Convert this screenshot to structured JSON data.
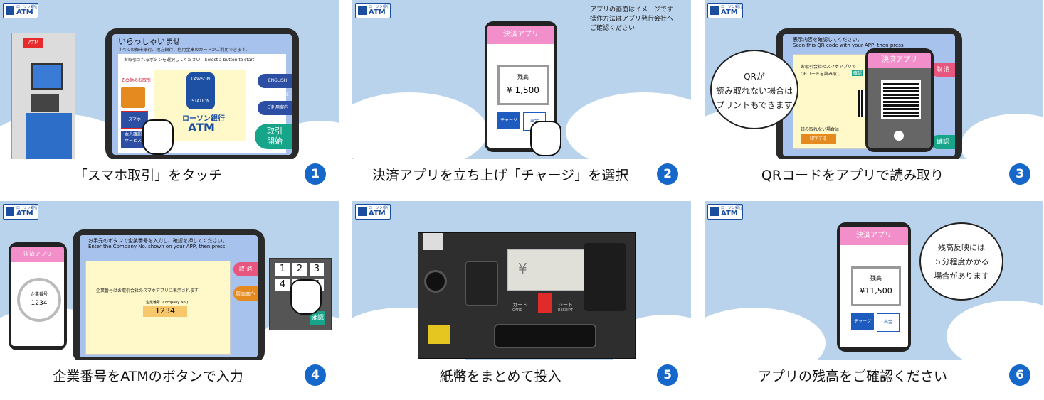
{
  "brand": {
    "small": "ローソン銀行",
    "atm": "ATM"
  },
  "panels": [
    {
      "caption": "「スマホ取引」をタッチ",
      "step": "1",
      "machine_label": "ATM",
      "screen": {
        "title": "いらっしゃいませ",
        "subtitle": "すべての都市銀行、地方銀行、信用金庫のカードかご利用できます。",
        "instruction": "お取引されるボタンを選択してください　Select a button to start",
        "other_label": "その他のお取引",
        "smartphone_button": "スマホ",
        "identity_button": "本人確認\nサービス",
        "english_button": "ENGLISH GUIDANCE",
        "guide_button": "ご利用案内",
        "start_button": "取引\n開始",
        "logo_lines": [
          "LAWSON",
          "STATION"
        ],
        "logo_bank": "ローソン銀行",
        "logo_atm": "ATM"
      }
    },
    {
      "caption": "決済アプリを立ち上げ「チャージ」を選択",
      "step": "2",
      "note": "アプリの画面はイメージです\n操作方法はアプリ発行会社へ\nご確認ください",
      "app_title": "決済アプリ",
      "balance_label": "残高",
      "balance_value": "¥ 1,500",
      "charge_button": "チャージ",
      "withdraw_button": "出金"
    },
    {
      "caption": "QRコードをアプリで読み取り",
      "step": "3",
      "screen_instruction": "表示内容を確認してください。",
      "screen_instruction_en": "Scan this QR code with your APP, then press",
      "box_line1": "お取引会社のスマホアプリで",
      "box_line2": "QRコードを読み取り",
      "confirm_small": "確認",
      "unreadable": "読み取れない場合は",
      "print_button": "印字する",
      "cancel_button": "取 消",
      "confirm_button": "確認",
      "app_title": "決済アプリ",
      "bubble": "QRが\n読み取れない場合は\nプリントもできます"
    },
    {
      "caption": "企業番号をATMのボタンで入力",
      "step": "4",
      "app_title": "決済アプリ",
      "company_label": "企業番号",
      "company_value": "1234",
      "screen_instruction": "お手元のボタンで企業番号を入力し、確認を押してください。",
      "screen_instruction_en": "Enter the Company No. shown on your APP, then press",
      "box_text": "企業番号はお取引会社のスマホアプリに表示されます",
      "field_label": "企業番号 (Company No.)",
      "field_value": "1234",
      "cancel_button": "取 消",
      "back_button": "前画面へ",
      "keys": [
        "1",
        "2",
        "3",
        "4",
        "5",
        "6"
      ],
      "confirm_key": "確認"
    },
    {
      "caption": "紙幣をまとめて投入",
      "step": "5",
      "bill_symbol": "¥",
      "card_label": "カード",
      "card_label_en": "CARD",
      "receipt_label": "シート",
      "receipt_label_en": "RECEIPT"
    },
    {
      "caption": "アプリの残高をご確認ください",
      "step": "6",
      "app_title": "決済アプリ",
      "balance_label": "残高",
      "balance_value": "¥11,500",
      "charge_button": "チャージ",
      "withdraw_button": "出金",
      "bubble": "残高反映には\n５分程度かかる\n場合があります"
    }
  ]
}
